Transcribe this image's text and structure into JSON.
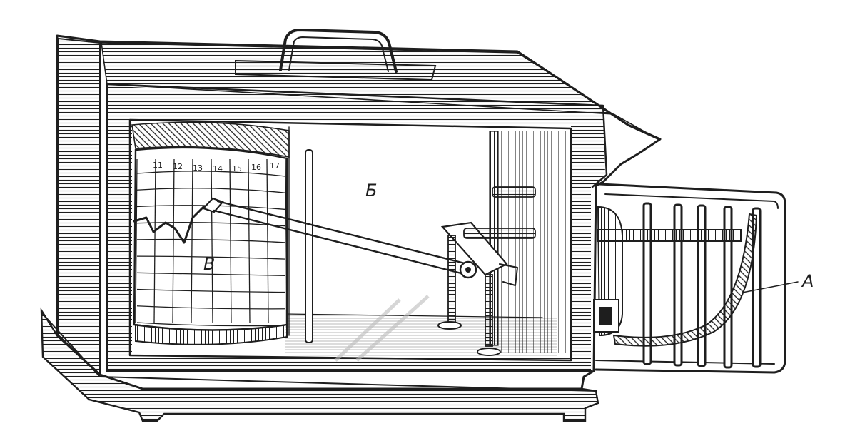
{
  "figure": {
    "drum_hours": [
      "11",
      "12",
      "13",
      "14",
      "15",
      "16",
      "17"
    ],
    "labels": {
      "a": "А",
      "b": "Б",
      "v": "В"
    }
  },
  "colors": {
    "ink": "#1e1e1e",
    "paper": "#ffffff"
  }
}
